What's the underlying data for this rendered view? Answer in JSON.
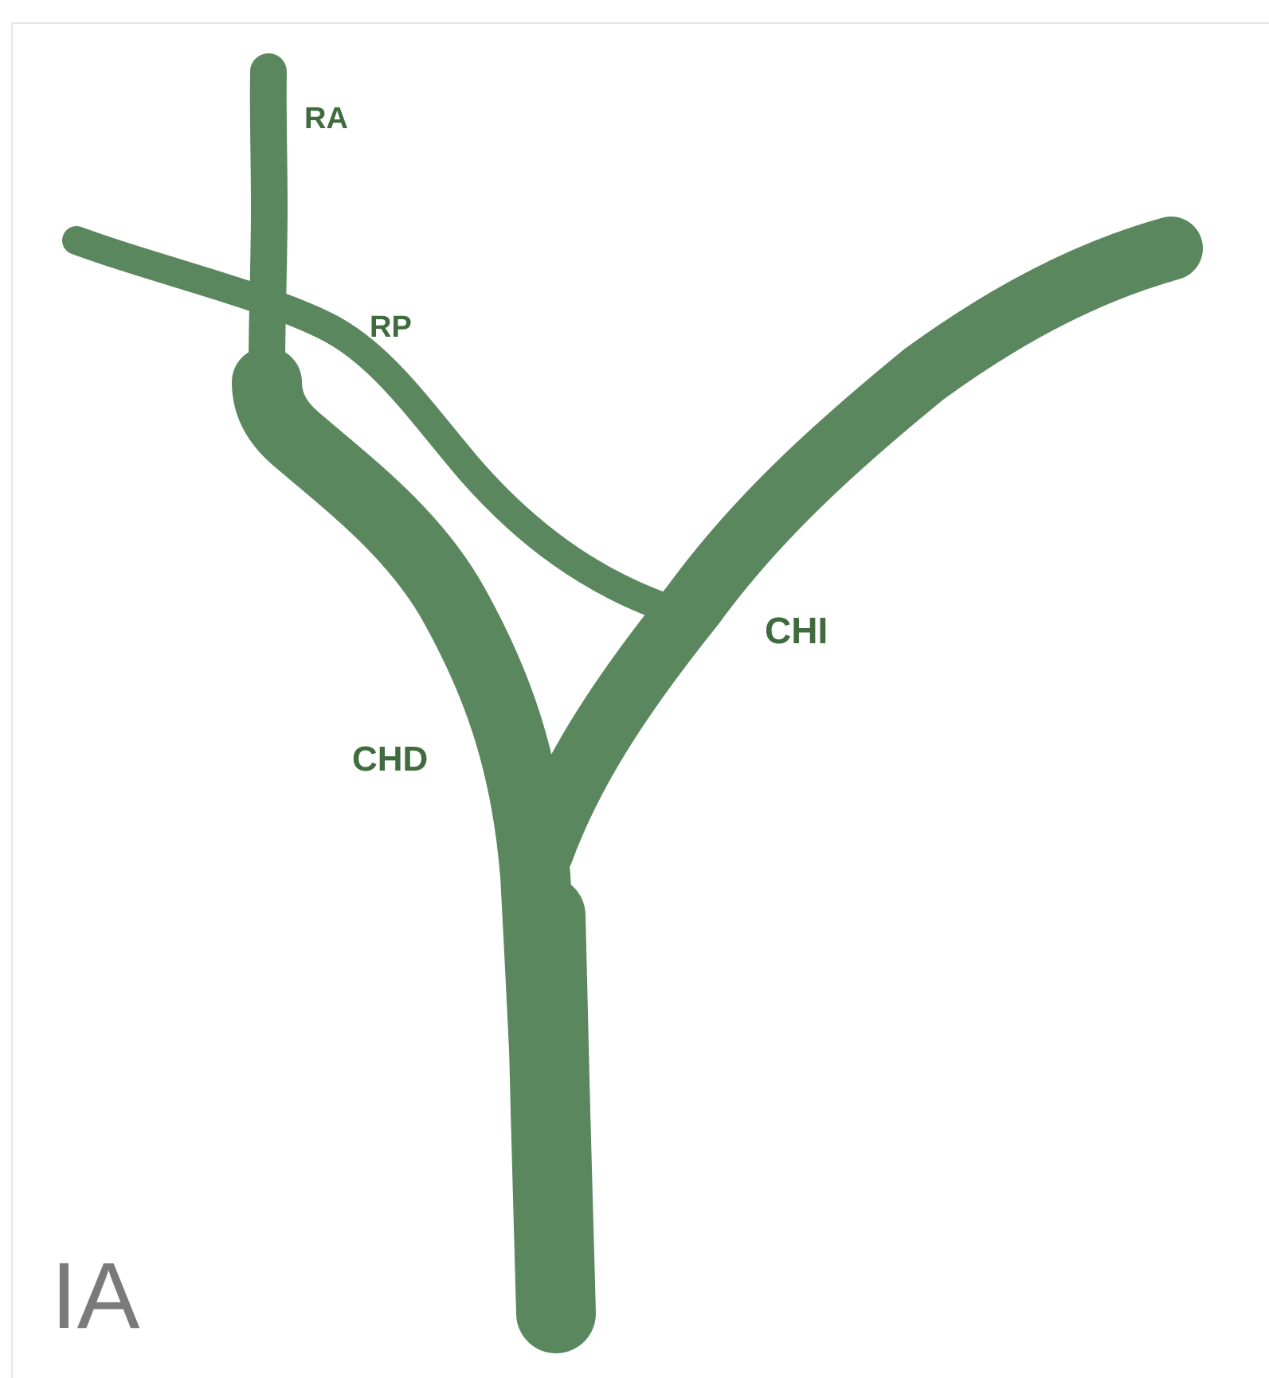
{
  "figure": {
    "panel_label": "IA",
    "colors": {
      "duct": "#5b875e",
      "duct_label": "#3f6b3f",
      "panel_label": "#7a7a7a",
      "frame": "#e6e6e6",
      "background": "#ffffff"
    },
    "labels": {
      "ra": "RA",
      "rp": "RP",
      "chi": "CHI",
      "chd": "CHD"
    }
  }
}
